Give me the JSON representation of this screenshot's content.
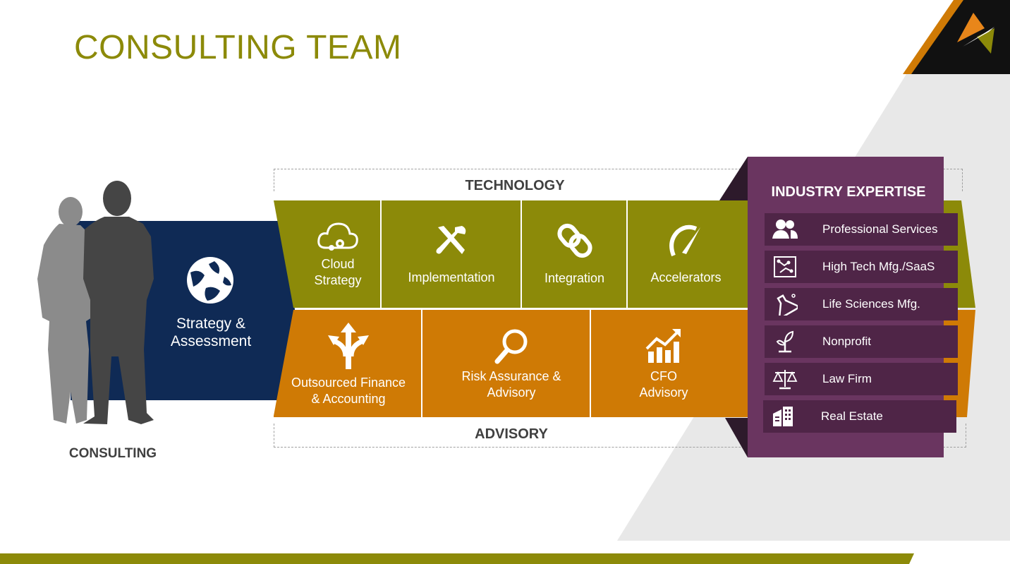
{
  "header": {
    "title": "CONSULTING TEAM"
  },
  "consulting": {
    "label": "CONSULTING",
    "strategy": {
      "label_line1": "Strategy &",
      "label_line2": "Assessment",
      "icon": "globe-icon"
    }
  },
  "technology": {
    "label": "TECHNOLOGY",
    "items": [
      {
        "line1": "Cloud",
        "line2": "Strategy",
        "icon": "cloud-gear-icon"
      },
      {
        "line1": "Implementation",
        "line2": "",
        "icon": "tools-icon"
      },
      {
        "line1": "Integration",
        "line2": "",
        "icon": "link-icon"
      },
      {
        "line1": "Accelerators",
        "line2": "",
        "icon": "speedometer-icon"
      }
    ]
  },
  "advisory": {
    "label": "ADVISORY",
    "items": [
      {
        "line1": "Outsourced Finance",
        "line2": "& Accounting",
        "icon": "split-arrows-icon"
      },
      {
        "line1": "Risk Assurance &",
        "line2": "Advisory",
        "icon": "magnifier-icon"
      },
      {
        "line1": "CFO",
        "line2": "Advisory",
        "icon": "growth-chart-icon"
      }
    ]
  },
  "industry": {
    "title": "INDUSTRY EXPERTISE",
    "items": [
      {
        "label": "Professional Services",
        "icon": "people-icon"
      },
      {
        "label": "High Tech Mfg./SaaS",
        "icon": "circuit-icon"
      },
      {
        "label": "Life Sciences Mfg.",
        "icon": "flask-icon"
      },
      {
        "label": "Nonprofit",
        "icon": "sprout-icon"
      },
      {
        "label": "Law Firm",
        "icon": "scales-icon"
      },
      {
        "label": "Real Estate",
        "icon": "building-icon"
      }
    ]
  },
  "colors": {
    "olive": "#8c8a09",
    "navy": "#0f2a55",
    "orange": "#cf7a05",
    "purple": "#6a3560",
    "dark_purple": "#4f2547"
  }
}
